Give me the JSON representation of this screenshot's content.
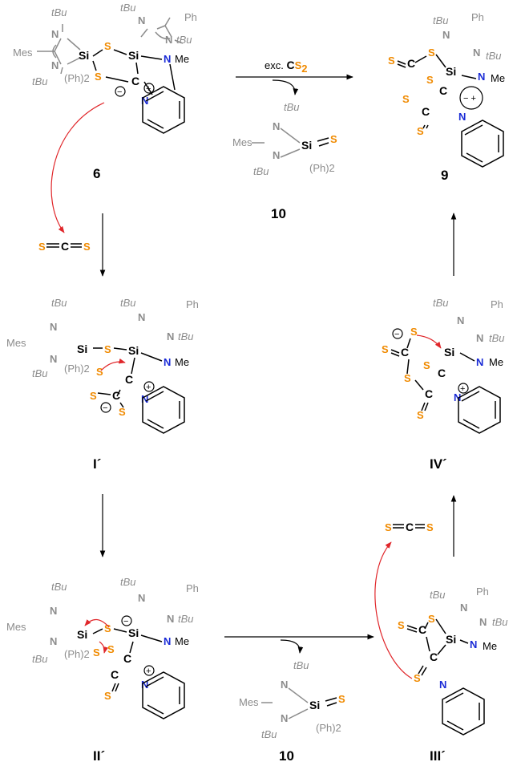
{
  "compounds": {
    "c6": "6",
    "c9": "9",
    "c10a": "10",
    "c10b": "10",
    "i1": "I´",
    "i2": "II´",
    "i3": "III´",
    "i4": "IV´"
  },
  "reagent": {
    "prefix": "exc. ",
    "c": "C",
    "s": "S",
    "sub": "2"
  },
  "atoms": {
    "si": "Si",
    "c": "C",
    "s": "S",
    "n": "N",
    "me": "Me",
    "ph": "Ph",
    "mes": "Mes",
    "tbu": "tBu",
    "ph2": "(Ph)2",
    "plus": "+",
    "minus": "−",
    "zwitter": "− +"
  }
}
